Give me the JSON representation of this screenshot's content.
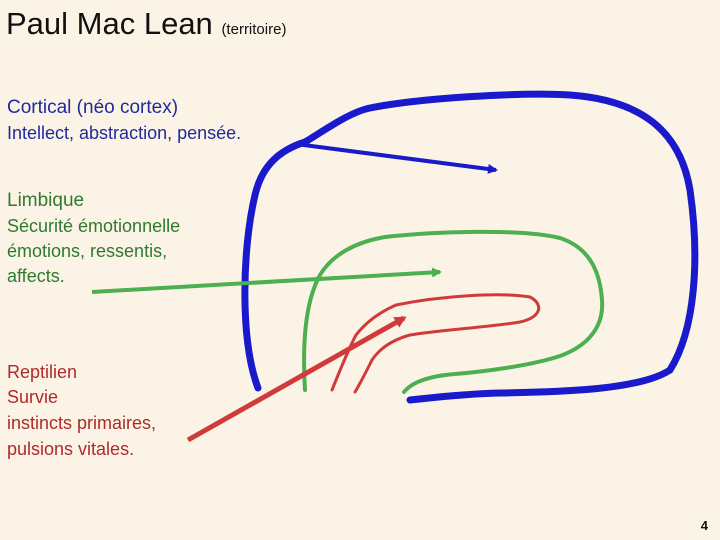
{
  "title": {
    "main": "Paul Mac Lean",
    "sub": "(territoire)"
  },
  "layers": {
    "cortical": {
      "heading": "Cortical (néo cortex)",
      "description": "Intellect, abstraction, pensée.",
      "color": "#1a1acc"
    },
    "limbique": {
      "heading": "Limbique",
      "subheading": "Sécurité émotionnelle",
      "line1": "émotions, ressentis,",
      "line2": "affects.",
      "color": "#4caf50"
    },
    "reptilien": {
      "heading": "Reptilien",
      "line1": "Survie",
      "line2": "instincts primaires,",
      "line3": "pulsions vitales.",
      "color": "#d03a3a"
    }
  },
  "page_number": "4"
}
